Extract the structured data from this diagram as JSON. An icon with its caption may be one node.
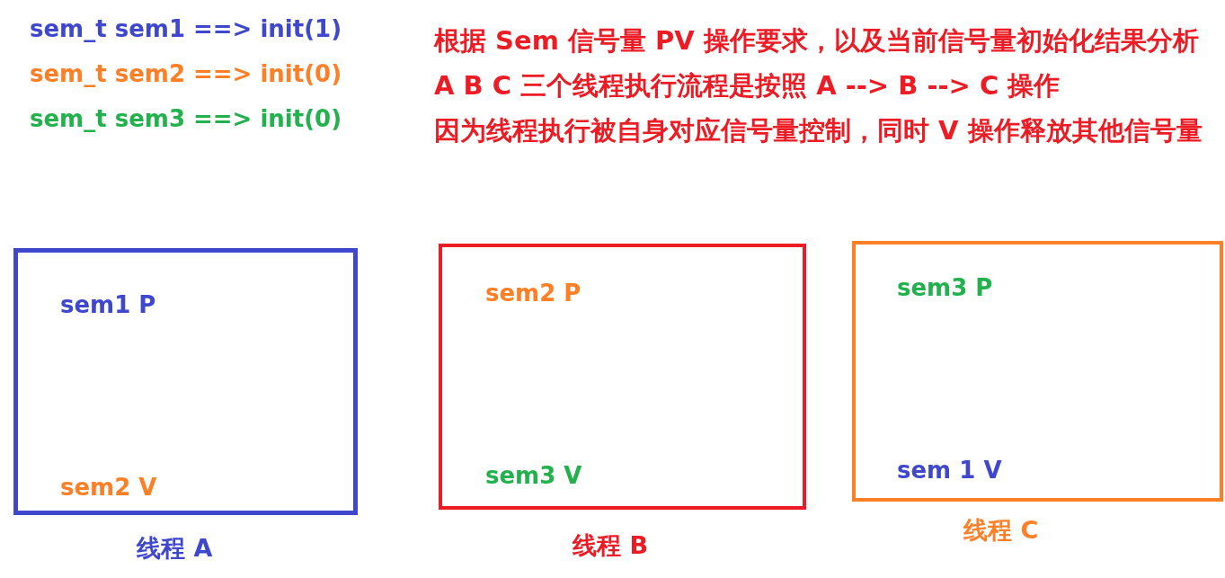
{
  "diagram": {
    "nodes": [
      {
        "text": [
          "sem1 P",
          "sem2 V"
        ],
        "beside": [
          "线程 A"
        ]
      },
      {
        "text": [
          "sem2 P",
          "sem3 V"
        ],
        "beside": [
          "线程 B"
        ]
      },
      {
        "text": [
          "sem3 P",
          "sem 1 V"
        ],
        "beside": [
          "线程 C"
        ]
      }
    ],
    "labels": [
      "sem_t sem1 ==> init(1)",
      "sem_t sem2 ==> init(0)",
      "sem_t sem3 ==> init(0)",
      "根据 Sem 信号量 PV 操作要求，以及当前信号量初始化结果分析",
      "A B C 三个线程执行流程是按照 A --> B --> C 操作",
      "因为线程执行被自身对应信号量控制，同时 V 操作释放其他信号量"
    ]
  }
}
